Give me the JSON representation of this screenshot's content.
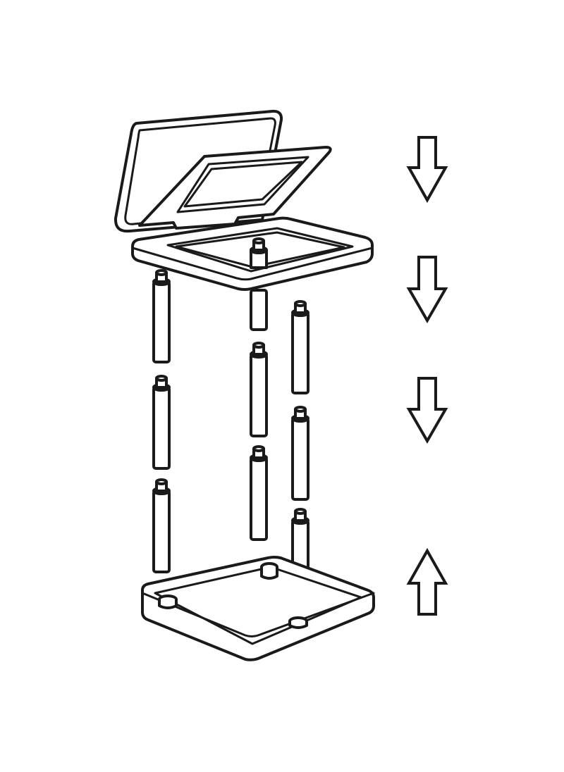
{
  "diagram": {
    "kind": "exploded assembly illustration",
    "colors": {
      "line": "#1a1a1a",
      "fill": "#ffffff",
      "background": "#ffffff"
    },
    "parts": {
      "lid": "hinged-lid",
      "frame": "inner-frame",
      "top_tray": "top-tray",
      "rods": "support-rods",
      "base": "base-tray"
    },
    "arrows": [
      "down",
      "down",
      "down",
      "up"
    ]
  }
}
